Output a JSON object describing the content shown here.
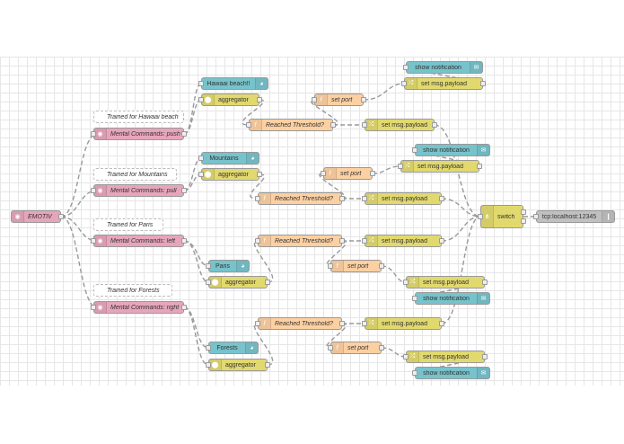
{
  "flow": {
    "nodes": {
      "emotiv": "EMOTIV",
      "c_hawaii": "Trained for Hawaai beach",
      "mc_push": "Mental Commands: push",
      "c_mountains": "Trained for Mountains",
      "mc_pull": "Mental Commands: pull",
      "c_paris": "Trained for Paris",
      "mc_left": "Mental Commands: left",
      "c_forests": "Trained for Forests",
      "mc_right": "Mental Commands: right",
      "g_hawaii": "Hawaai beach!!",
      "a1": "aggregator",
      "g_mountains": "Mountains",
      "a2": "aggregator",
      "g_paris": "Paris",
      "a3": "aggregator",
      "g_forests": "Forests",
      "a4": "aggregator",
      "rt1": "Reached Threshold?",
      "rt2": "Reached Threshold?",
      "rt3": "Reached Threshold?",
      "rt4": "Reached Threshold?",
      "sp1": "set port",
      "sp2": "set port",
      "sp3": "set port",
      "sp4": "set port",
      "sn1": "show notification",
      "sn2": "show notification",
      "sn3": "show notification",
      "sn4": "show notification",
      "smp1a": "set msg.payload",
      "smp1b": "set msg.payload",
      "smp2a": "set msg.payload",
      "smp2b": "set msg.payload",
      "smp3a": "set msg.payload",
      "smp3b": "set msg.payload",
      "smp4a": "set msg.payload",
      "smp4b": "set msg.payload",
      "switch": "switch",
      "tcp": "tcp:localhost:12345"
    },
    "icons": {
      "emotiv": "brain-icon",
      "gauge": "gauge-icon",
      "aggregator": "aggregator-icon",
      "function": "function-icon",
      "change": "shuffle-icon",
      "notification": "notification-icon",
      "switch": "switch-icon",
      "tcp": "tcp-icon"
    },
    "colors": {
      "emotiv": "#e7a5bb",
      "dashboard": "#77c3cc",
      "change": "#e2d96e",
      "function": "#fdd0a2",
      "network": "#c0c0c0",
      "comment": "#ffffff"
    }
  }
}
